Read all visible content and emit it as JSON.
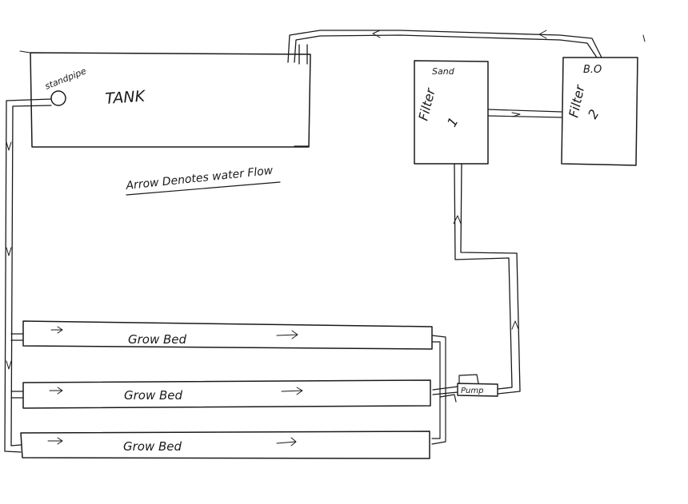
{
  "labels": {
    "tank": "TANK",
    "standpipe": "standpipe",
    "legend": "Arrow Denotes water Flow",
    "filter1_media": "Sand",
    "filter1_name": "Filter",
    "filter1_number": "1",
    "filter2_media": "B.O",
    "filter2_name": "Filter",
    "filter2_number": "2",
    "pump": "Pump",
    "grow_bed_1": "Grow Bed",
    "grow_bed_2": "Grow Bed",
    "grow_bed_3": "Grow Bed"
  },
  "colors": {
    "ink": "#1a1a1a",
    "paper": "#ffffff"
  }
}
